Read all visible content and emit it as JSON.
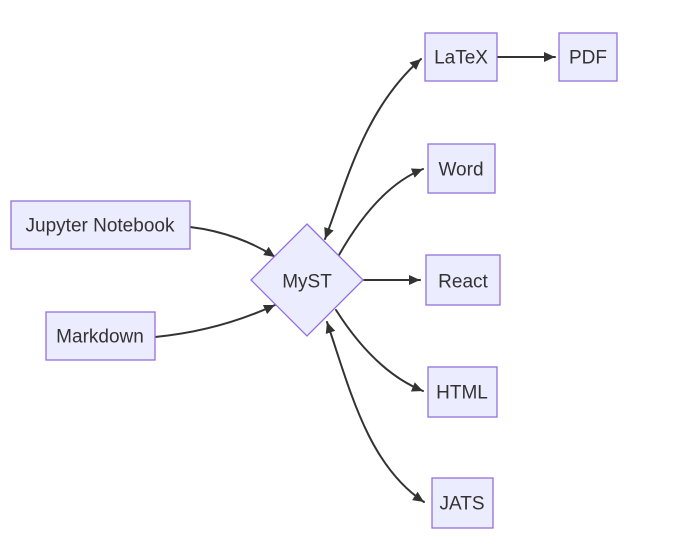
{
  "diagram": {
    "diagram_type": "flowchart",
    "background_color": "#ffffff",
    "node_fill_color": "#ECECFF",
    "node_border_color": "#9370DB",
    "edge_color": "#333333",
    "text_color": "#333333",
    "nodes": {
      "jupyter": {
        "label": "Jupyter Notebook",
        "shape": "rectangle"
      },
      "markdown": {
        "label": "Markdown",
        "shape": "rectangle"
      },
      "myst": {
        "label": "MyST",
        "shape": "diamond"
      },
      "latex": {
        "label": "LaTeX",
        "shape": "rectangle"
      },
      "pdf": {
        "label": "PDF",
        "shape": "rectangle"
      },
      "word": {
        "label": "Word",
        "shape": "rectangle"
      },
      "react": {
        "label": "React",
        "shape": "rectangle"
      },
      "html": {
        "label": "HTML",
        "shape": "rectangle"
      },
      "jats": {
        "label": "JATS",
        "shape": "rectangle"
      }
    },
    "edges": [
      {
        "from": "Jupyter Notebook",
        "to": "MyST",
        "bidirectional": false
      },
      {
        "from": "Markdown",
        "to": "MyST",
        "bidirectional": false
      },
      {
        "from": "MyST",
        "to": "LaTeX",
        "bidirectional": true
      },
      {
        "from": "LaTeX",
        "to": "PDF",
        "bidirectional": false
      },
      {
        "from": "MyST",
        "to": "Word",
        "bidirectional": false
      },
      {
        "from": "MyST",
        "to": "React",
        "bidirectional": false
      },
      {
        "from": "MyST",
        "to": "HTML",
        "bidirectional": false
      },
      {
        "from": "MyST",
        "to": "JATS",
        "bidirectional": true
      }
    ]
  }
}
